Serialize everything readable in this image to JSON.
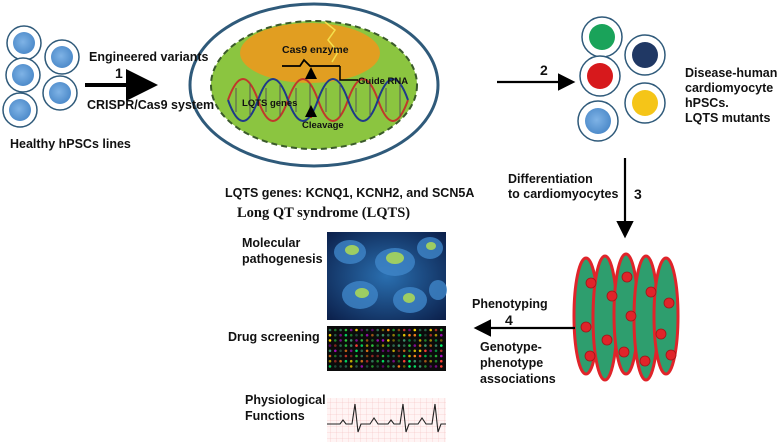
{
  "labels": {
    "engineered_variants": "Engineered variants",
    "step1": "1",
    "crispr_system": "CRISPR/Cas9 system",
    "healthy_lines": "Healthy hPSCs lines",
    "cas9_enzyme": "Cas9 enzyme",
    "guide_rna": "Guide RNA",
    "lqts_genes_small": "LQTS genes",
    "cleavage": "Cleavage",
    "step2": "2",
    "disease_line1": "Disease-human",
    "disease_line2": "cardiomyocyte",
    "disease_line3": "hPSCs.",
    "disease_line4": "LQTS mutants",
    "lqts_gene_list": "LQTS genes: KCNQ1, KCNH2, and SCN5A",
    "long_qt": "Long QT syndrome (LQTS)",
    "diff_line1": "Differentiation",
    "diff_line2": "to cardiomyocytes",
    "step3": "3",
    "molecular_line1": "Molecular",
    "molecular_line2": "pathogenesis",
    "drug_screening": "Drug screening",
    "physio_line1": "Physiological",
    "physio_line2": "Functions",
    "phenotyping": "Phenotyping",
    "step4": "4",
    "geno_line1": "Genotype-",
    "geno_line2": "phenotype",
    "geno_line3": "associations"
  },
  "colors": {
    "cell_fill": "#5b9bd5",
    "cell_ring": "#2f5a7a",
    "nucleus_green": "#1aa35a",
    "nucleus_navy": "#203864",
    "nucleus_red": "#d7191c",
    "nucleus_yellow": "#f5c518",
    "big_cell_green": "#8bc540",
    "cas9_orange": "#e89a1e",
    "fiber_green": "#2e9e6e",
    "fiber_red": "#e0242a"
  }
}
